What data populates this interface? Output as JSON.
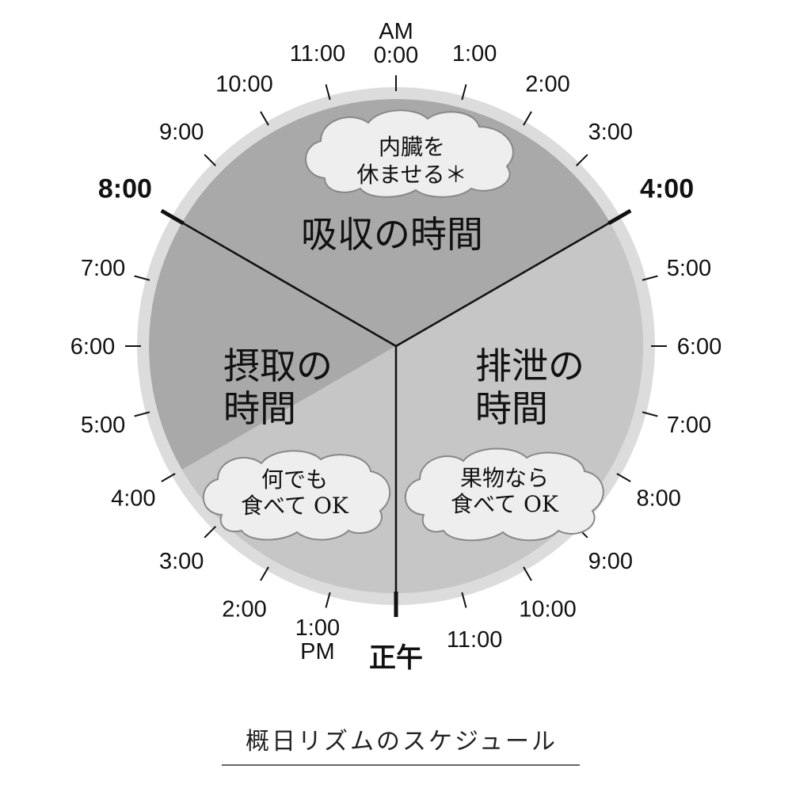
{
  "hour_labels": [
    [
      "AM",
      "0:00"
    ],
    [
      "1:00"
    ],
    [
      "2:00"
    ],
    [
      "3:00"
    ],
    [
      "4:00"
    ],
    [
      "5:00"
    ],
    [
      "6:00"
    ],
    [
      "7:00"
    ],
    [
      "8:00"
    ],
    [
      "9:00"
    ],
    [
      "10:00"
    ],
    [
      "11:00"
    ],
    [
      "正午"
    ],
    [
      "1:00",
      "PM"
    ],
    [
      "2:00"
    ],
    [
      "3:00"
    ],
    [
      "4:00"
    ],
    [
      "5:00"
    ],
    [
      "6:00"
    ],
    [
      "7:00"
    ],
    [
      "8:00"
    ],
    [
      "9:00"
    ],
    [
      "10:00"
    ],
    [
      "11:00"
    ]
  ],
  "bold_hours": [
    4,
    12,
    20
  ],
  "sectors": {
    "absorption": [
      "吸収の時間"
    ],
    "intake": [
      "摂取の",
      "時間"
    ],
    "excretion": [
      "排泄の",
      "時間"
    ]
  },
  "clouds": {
    "top": [
      "内臓を",
      "休ませる＊"
    ],
    "left": [
      "何でも",
      "食べて OK"
    ],
    "right": [
      "果物なら",
      "食べて OK"
    ]
  },
  "caption": "概日リズムのスケジュール",
  "colors": {
    "ring": "#dcdcdc",
    "top": "#a9a9a9",
    "sides": "#c6c6c6",
    "cloud": "#eeeeee"
  }
}
